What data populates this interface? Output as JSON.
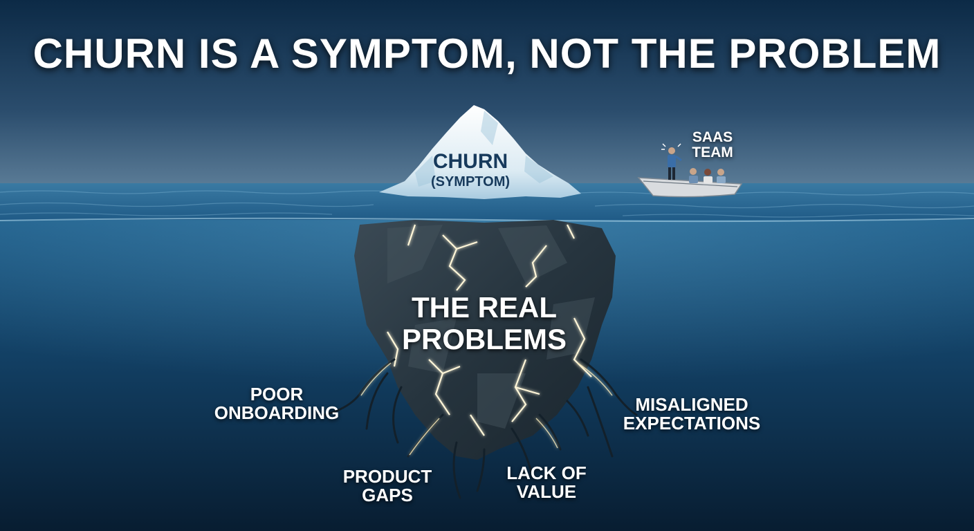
{
  "title": "CHURN IS A SYMPTOM, NOT THE PROBLEM",
  "iceberg_tip": {
    "line1": "CHURN",
    "line2": "(SYMPTOM)"
  },
  "boat": {
    "line1": "SAAS",
    "line2": "TEAM"
  },
  "underwater": {
    "line1": "THE REAL",
    "line2": "PROBLEMS"
  },
  "problems": {
    "poor_onboarding": {
      "line1": "POOR",
      "line2": "ONBOARDING"
    },
    "misaligned": {
      "line1": "MISALIGNED",
      "line2": "EXPECTATIONS"
    },
    "product_gaps": {
      "line1": "PRODUCT",
      "line2": "GAPS"
    },
    "lack_of_value": {
      "line1": "LACK OF",
      "line2": "VALUE"
    }
  },
  "colors": {
    "sky_top": "#0c2a46",
    "sky_horizon": "#4d6f8c",
    "sea_surface": "#2d6f98",
    "deep_water": "#0a2238",
    "rock": "#2c3a44",
    "ice": "#eef6fb",
    "crack_glow": "#fff6d8"
  }
}
